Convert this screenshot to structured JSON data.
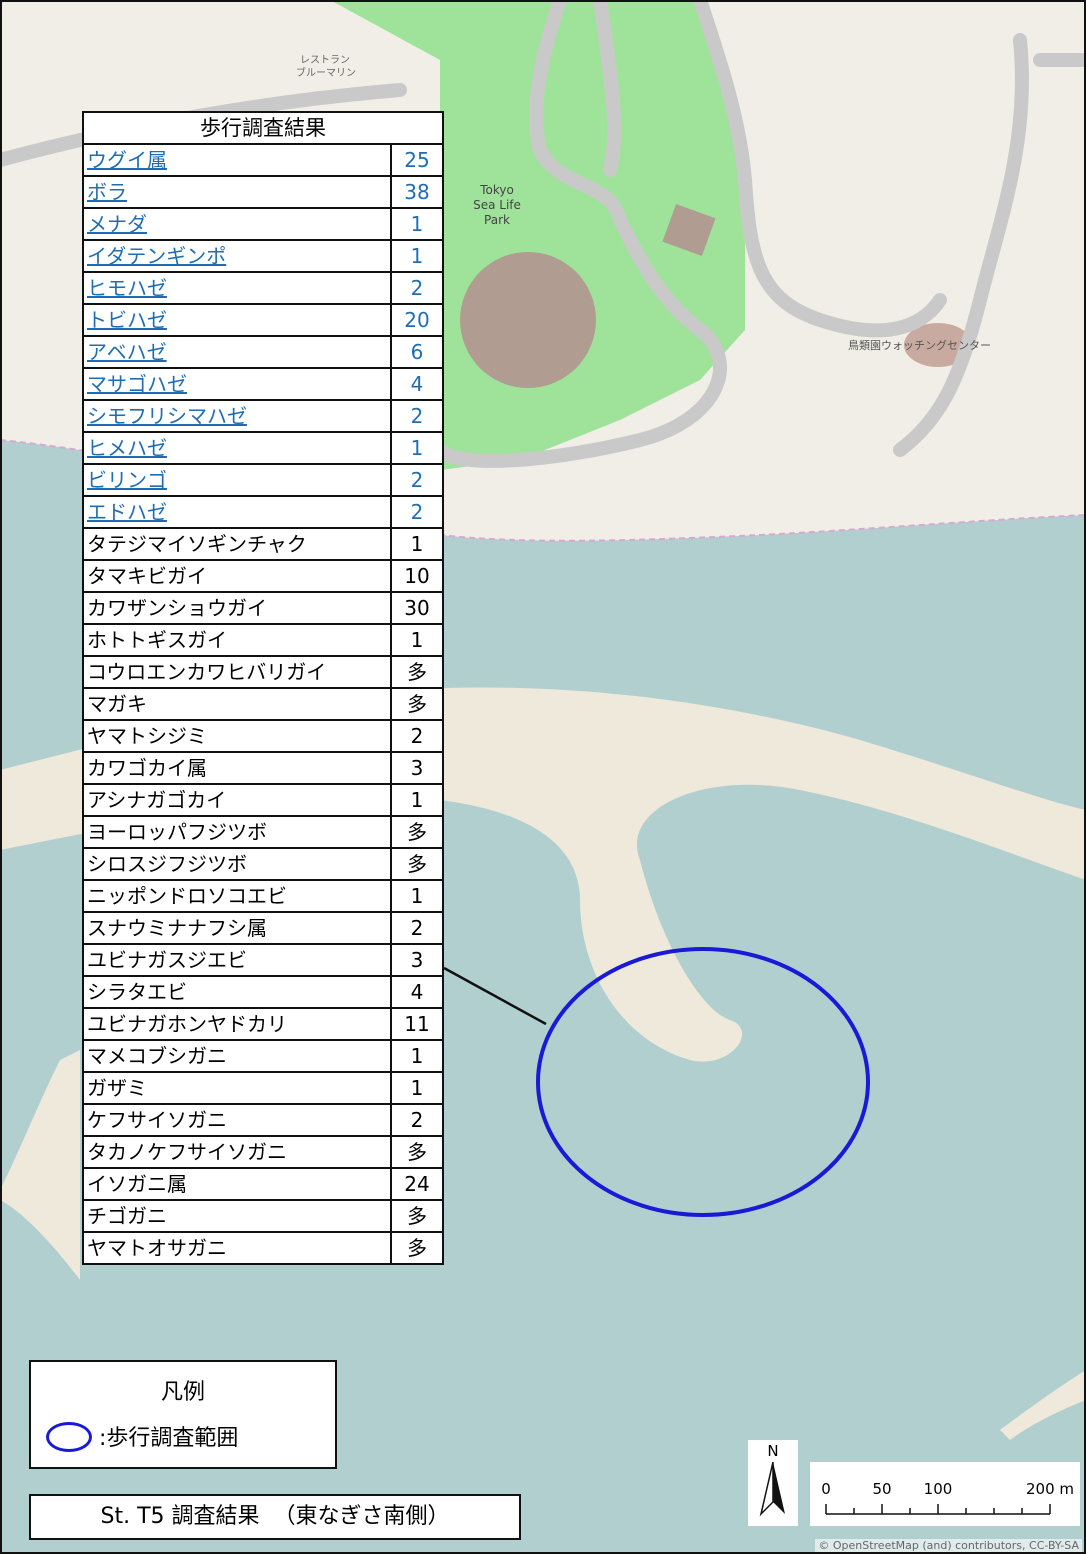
{
  "table": {
    "title": "歩行調査結果",
    "fish": [
      {
        "name": "ウグイ属",
        "count": "25"
      },
      {
        "name": "ボラ",
        "count": "38"
      },
      {
        "name": "メナダ",
        "count": "1"
      },
      {
        "name": "イダテンギンポ",
        "count": "1"
      },
      {
        "name": "ヒモハゼ",
        "count": "2"
      },
      {
        "name": "トビハゼ",
        "count": "20"
      },
      {
        "name": "アベハゼ",
        "count": "6"
      },
      {
        "name": "マサゴハゼ",
        "count": "4"
      },
      {
        "name": "シモフリシマハゼ",
        "count": "2"
      },
      {
        "name": "ヒメハゼ",
        "count": "1"
      },
      {
        "name": "ビリンゴ",
        "count": "2"
      },
      {
        "name": "エドハゼ",
        "count": "2"
      }
    ],
    "others": [
      {
        "name": "タテジマイソギンチャク",
        "count": "1"
      },
      {
        "name": "タマキビガイ",
        "count": "10"
      },
      {
        "name": "カワザンショウガイ",
        "count": "30"
      },
      {
        "name": "ホトトギスガイ",
        "count": "1"
      },
      {
        "name": "コウロエンカワヒバリガイ",
        "count": "多"
      },
      {
        "name": "マガキ",
        "count": "多"
      },
      {
        "name": "ヤマトシジミ",
        "count": "2"
      },
      {
        "name": "カワゴカイ属",
        "count": "3"
      },
      {
        "name": "アシナガゴカイ",
        "count": "1"
      },
      {
        "name": "ヨーロッパフジツボ",
        "count": "多"
      },
      {
        "name": "シロスジフジツボ",
        "count": "多"
      },
      {
        "name": "ニッポンドロソコエビ",
        "count": "1"
      },
      {
        "name": "スナウミナナフシ属",
        "count": "2"
      },
      {
        "name": "ユビナガスジエビ",
        "count": "3"
      },
      {
        "name": "シラタエビ",
        "count": "4"
      },
      {
        "name": "ユビナガホンヤドカリ",
        "count": "11"
      },
      {
        "name": "マメコブシガニ",
        "count": "1"
      },
      {
        "name": "ガザミ",
        "count": "1"
      },
      {
        "name": "ケフサイソガニ",
        "count": "2"
      },
      {
        "name": "タカノケフサイソガニ",
        "count": "多"
      },
      {
        "name": "イソガニ属",
        "count": "24"
      },
      {
        "name": "チゴガニ",
        "count": "多"
      },
      {
        "name": "ヤマトオサガニ",
        "count": "多"
      }
    ]
  },
  "legend": {
    "title": "凡例",
    "item_label": ":歩行調査範囲"
  },
  "caption": "St. T5 調査結果  （東なぎさ南側）",
  "map_labels": {
    "park": [
      "Tokyo",
      "Sea Life",
      "Park"
    ],
    "bird_center": "鳥類園ウォッチングセンター",
    "restaurant": [
      "レストラン",
      "ブルーマリン"
    ]
  },
  "north": "N",
  "scale": {
    "ticks": [
      "0",
      "50",
      "100",
      "200 m"
    ]
  },
  "attribution": "© OpenStreetMap (and) contributors, CC-BY-SA",
  "colors": {
    "water": "#b2cfd0",
    "land": "#f1eee8",
    "park": "#9fe39b",
    "road": "#c9c9c9",
    "sand": "#efe9db",
    "survey": "#1a1ad6",
    "fish_text": "#1f6db5"
  }
}
